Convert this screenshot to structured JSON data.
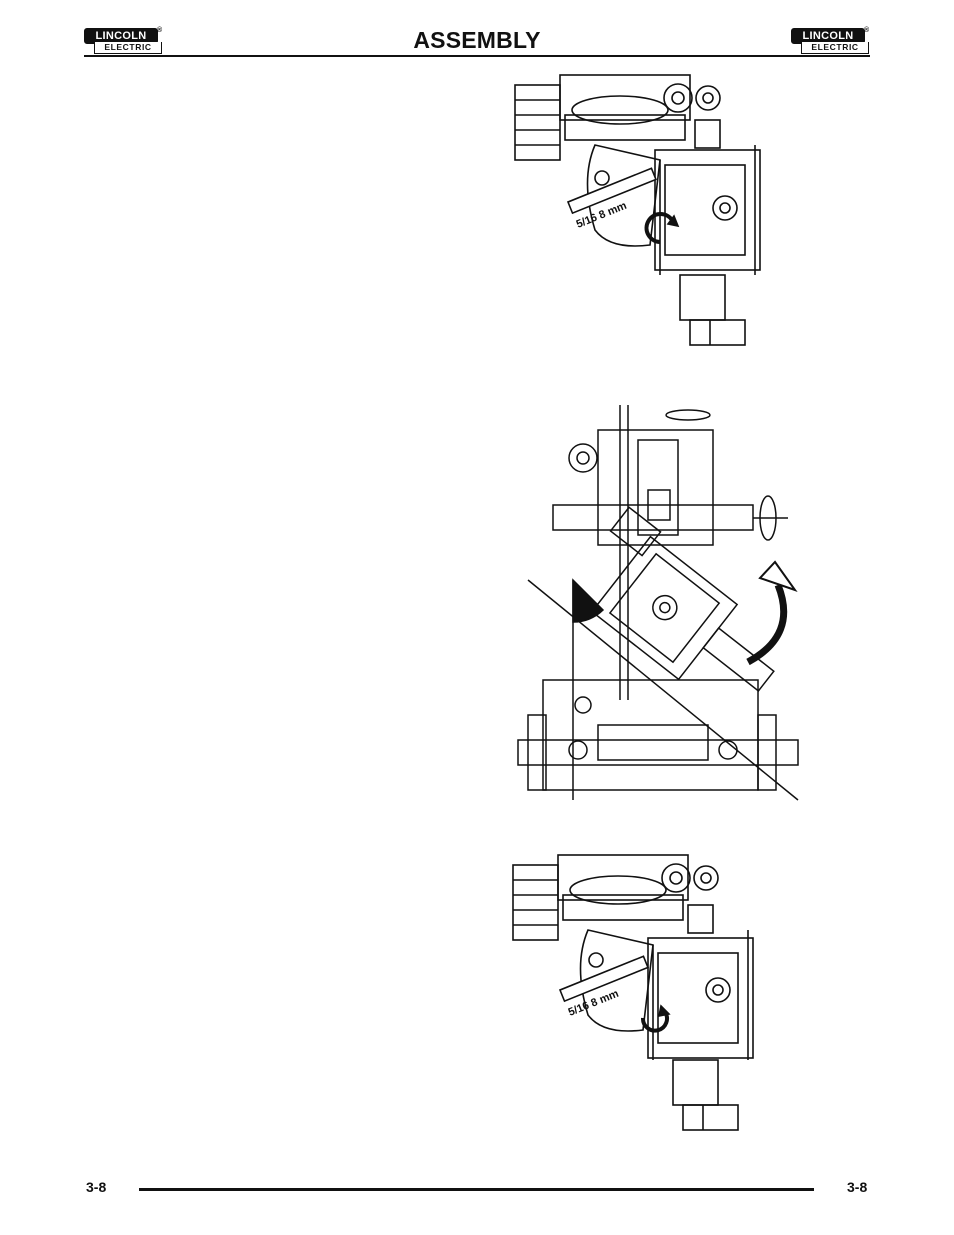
{
  "header": {
    "brand_top": "LINCOLN",
    "brand_bottom": "ELECTRIC",
    "registered": "®",
    "title": "ASSEMBLY"
  },
  "figures": [
    {
      "id": "fig1",
      "wrench_label": "5/16  8 mm",
      "icon": "wrench-loosen-icon"
    },
    {
      "id": "fig2",
      "icon": "rotate-arrow-icon"
    },
    {
      "id": "fig3",
      "wrench_label": "5/16  8 mm",
      "icon": "wrench-tighten-icon"
    }
  ],
  "footer": {
    "page_left": "3-8",
    "page_right": "3-8"
  }
}
